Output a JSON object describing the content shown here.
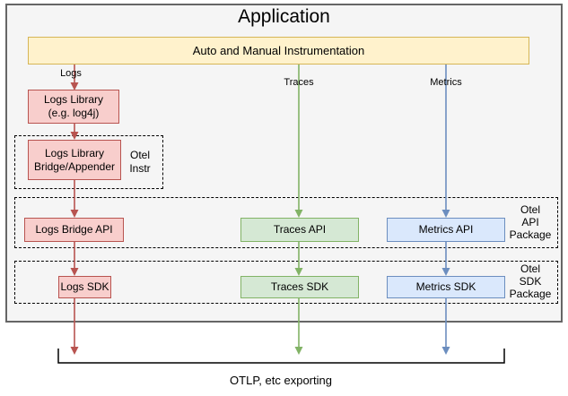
{
  "title": "Application",
  "instrumentation": {
    "label": "Auto and Manual Instrumentation"
  },
  "columns": {
    "logs": {
      "label": "Logs"
    },
    "traces": {
      "label": "Traces"
    },
    "metrics": {
      "label": "Metrics"
    }
  },
  "boxes": {
    "logs_library": {
      "line1": "Logs Library",
      "line2": "(e.g. log4j)"
    },
    "logs_bridge_appender": {
      "line1": "Logs Library",
      "line2": "Bridge/Appender"
    },
    "logs_bridge_api": {
      "label": "Logs Bridge API"
    },
    "traces_api": {
      "label": "Traces API"
    },
    "metrics_api": {
      "label": "Metrics API"
    },
    "logs_sdk": {
      "label": "Logs SDK"
    },
    "traces_sdk": {
      "label": "Traces SDK"
    },
    "metrics_sdk": {
      "label": "Metrics SDK"
    }
  },
  "groups": {
    "otel_instr": {
      "line1": "Otel",
      "line2": "Instr"
    },
    "otel_api_package": {
      "line1": "Otel",
      "line2": "API",
      "line3": "Package"
    },
    "otel_sdk_package": {
      "line1": "Otel",
      "line2": "SDK",
      "line3": "Package"
    }
  },
  "export": {
    "label": "OTLP, etc exporting"
  },
  "colors": {
    "app_fill": "#F5F5F5",
    "app_stroke": "#666666",
    "instrumentation_fill": "#FFF2CC",
    "instrumentation_stroke": "#D6B656",
    "logs_fill": "#F8CECC",
    "logs_stroke": "#B85450",
    "traces_fill": "#D5E8D4",
    "traces_stroke": "#82B366",
    "metrics_fill": "#DAE8FC",
    "metrics_stroke": "#6C8EBF"
  }
}
